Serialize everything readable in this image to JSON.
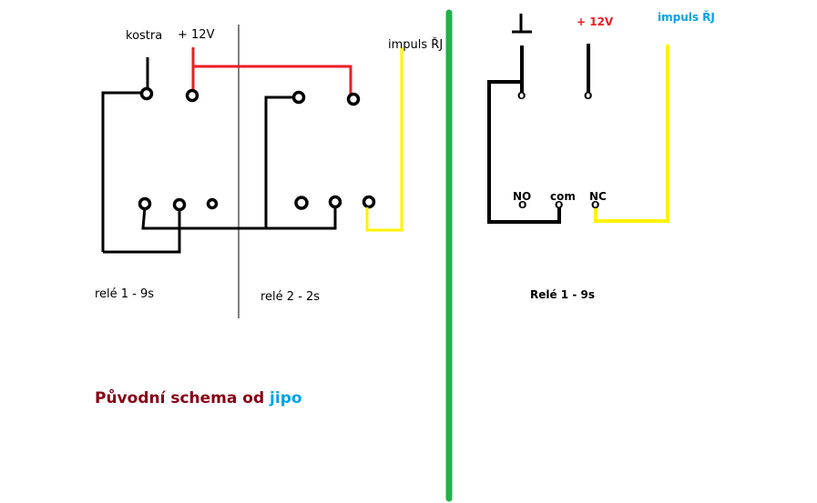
{
  "colors": {
    "black_wire": "#000000",
    "red_wire": "#ed1c24",
    "yellow_wire": "#fff200",
    "divider": "#22b14c",
    "title_dark": "#880015",
    "title_blue": "#00a2e8",
    "label_red": "#ed1c24",
    "label_blue": "#00a2e8",
    "label_dark": "#000000"
  },
  "left_diagram": {
    "labels": {
      "ground": "kostra",
      "plus12v": "+ 12V",
      "impulse": "impuls ŘJ",
      "relay1": "relé 1 - 9s",
      "relay2": "relé 2 - 2s"
    },
    "title": {
      "part1": "Původní schema od",
      "part2": "jipo"
    }
  },
  "right_diagram": {
    "labels": {
      "plus12v": "+ 12V",
      "impulse": "impuls ŘJ",
      "no": "NO",
      "com": "com",
      "nc": "NC",
      "terminal": "O",
      "relay": "Relé 1  - 9s"
    }
  }
}
